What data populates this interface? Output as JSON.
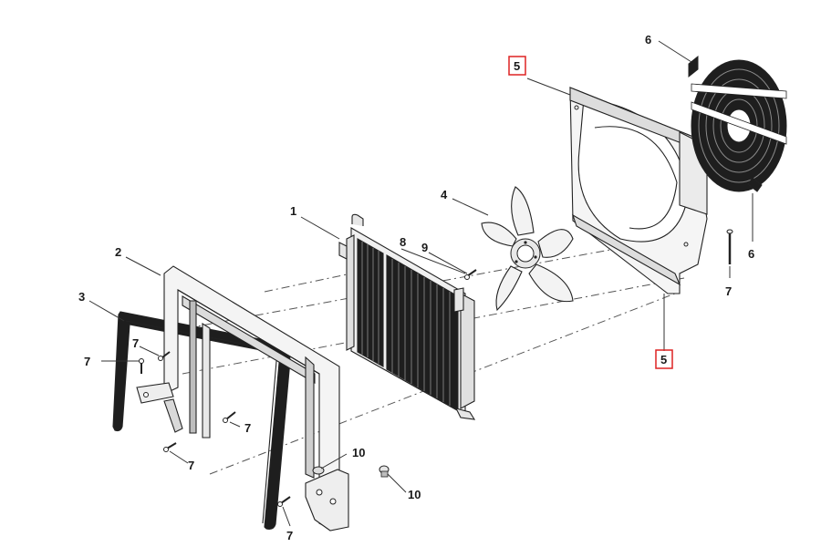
{
  "callouts": {
    "c1": "1",
    "c2": "2",
    "c3": "3",
    "c4": "4",
    "c5_top": "5",
    "c5_bottom": "5",
    "c6_top": "6",
    "c6_right": "6",
    "c7_a": "7",
    "c7_b": "7",
    "c7_c": "7",
    "c7_d": "7",
    "c7_e": "7",
    "c7_f": "7",
    "c8": "8",
    "c9": "9",
    "c10_a": "10",
    "c10_b": "10"
  },
  "colors": {
    "highlight_box": "#d22222",
    "line": "#222222",
    "fill_light": "#f2f2f2",
    "fill_dark": "#1e1e1e"
  }
}
